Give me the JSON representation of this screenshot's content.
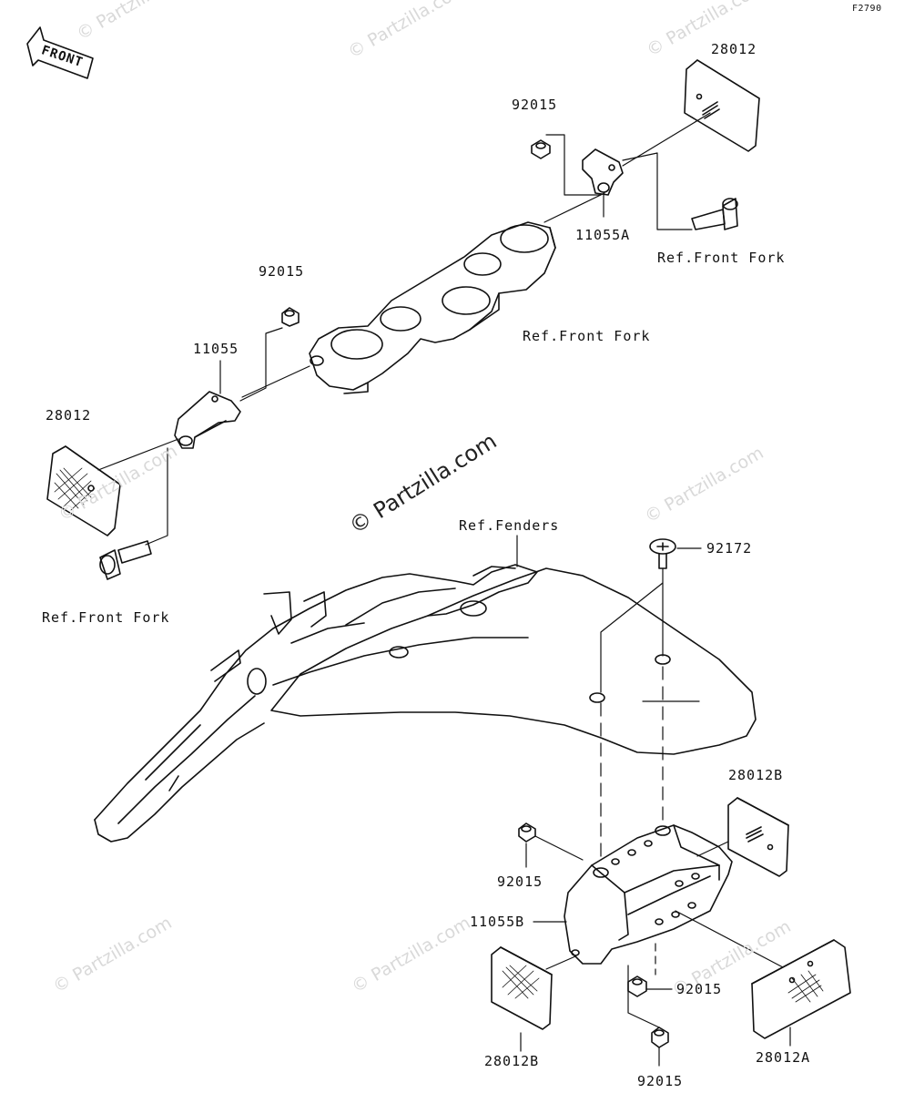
{
  "figure_id": "F2790",
  "front_label": "FRONT",
  "watermark": "© Partzilla.com",
  "callouts": {
    "c28012_top": "28012",
    "c92015_top": "92015",
    "c11055A": "11055A",
    "ref_front_fork_1": "Ref.Front Fork",
    "ref_front_fork_2": "Ref.Front Fork",
    "c92015_mid": "92015",
    "c11055": "11055",
    "c28012_left": "28012",
    "ref_front_fork_3": "Ref.Front Fork",
    "ref_fenders": "Ref.Fenders",
    "c92172": "92172",
    "c28012B_right": "28012B",
    "c92015_lower_left": "92015",
    "c11055B": "11055B",
    "c92015_lower_mid": "92015",
    "c28012B_bottom": "28012B",
    "c28012A": "28012A",
    "c92015_bottom": "92015"
  },
  "colors": {
    "line": "#111111",
    "watermark": "#d9d9d9",
    "background": "#ffffff"
  }
}
